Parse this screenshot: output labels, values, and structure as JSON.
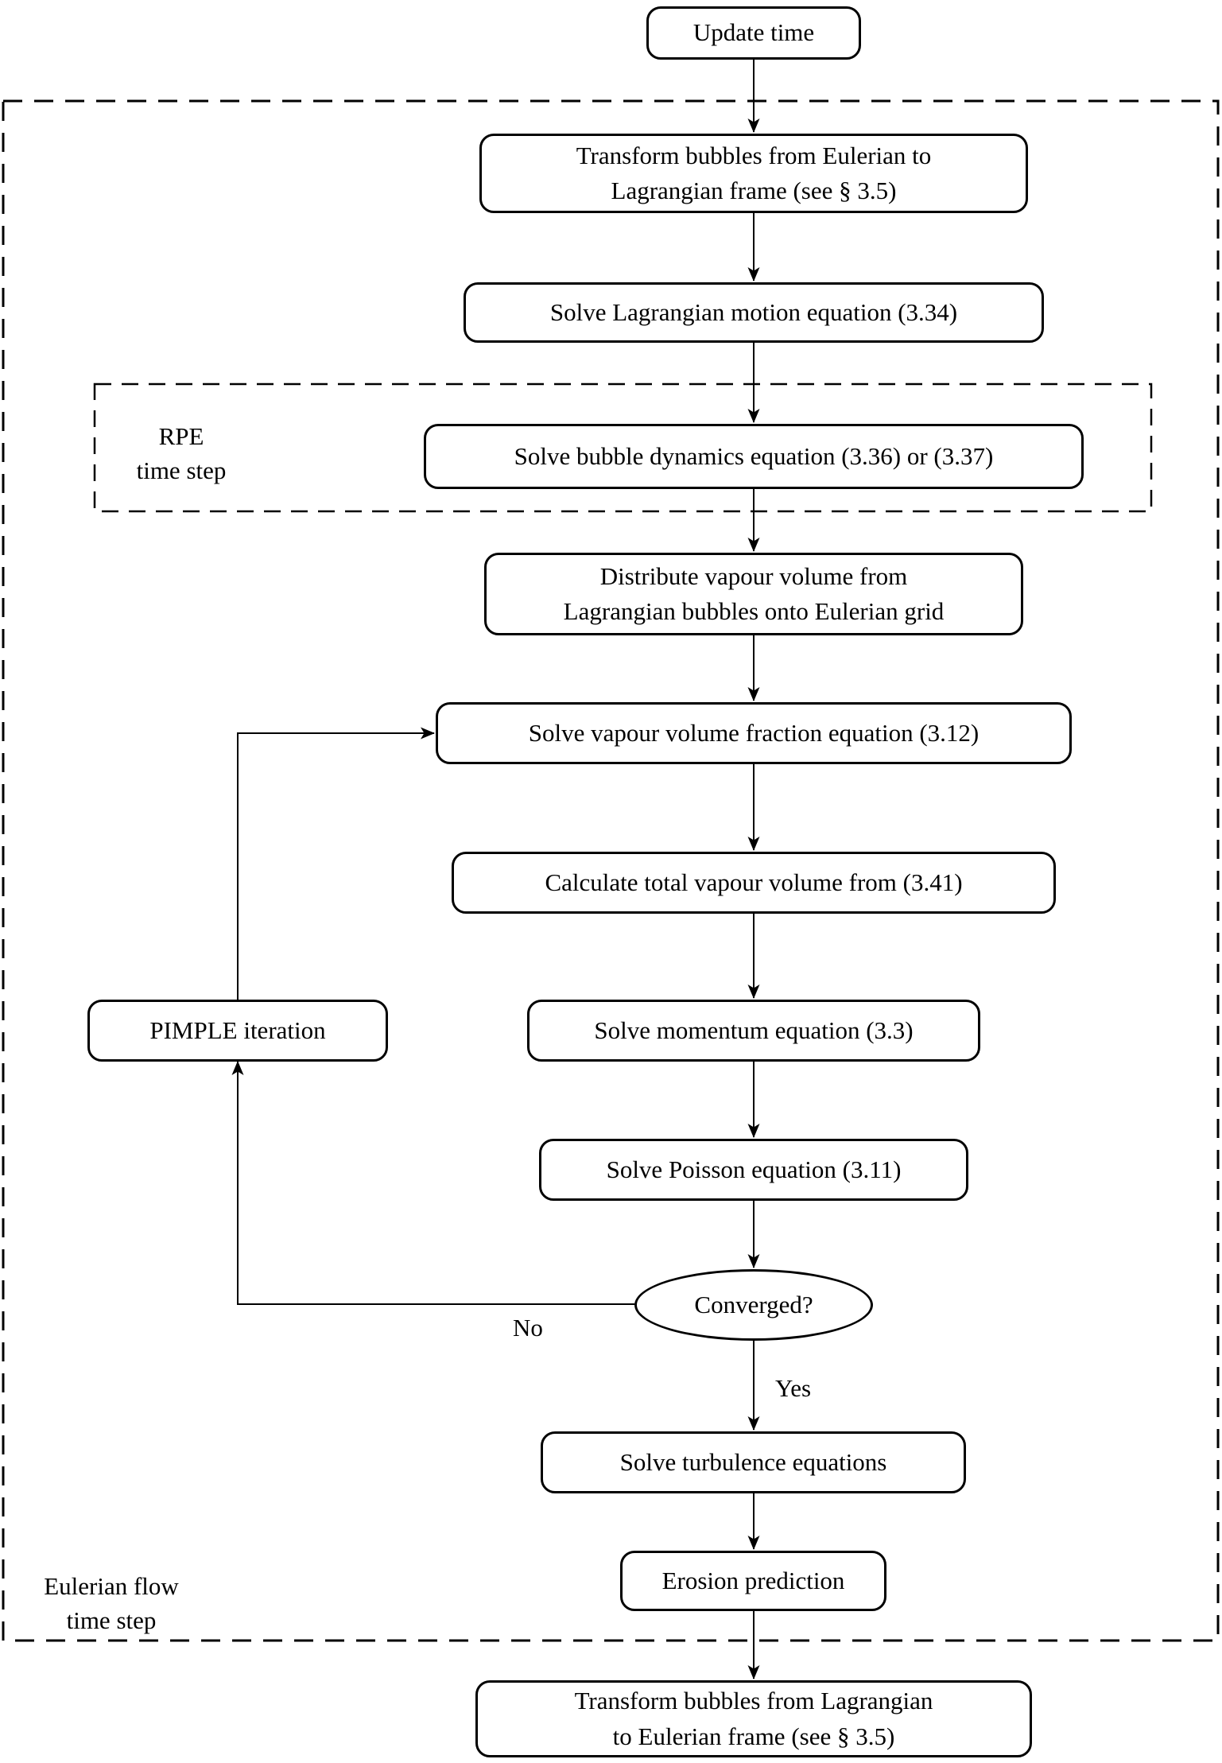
{
  "nodes": {
    "update_time": {
      "label": "Update time",
      "shape": "rounded-rect"
    },
    "transform_e2l": {
      "label": [
        "Transform bubbles from Eulerian to",
        "Lagrangian frame (see § 3.5)"
      ],
      "shape": "rounded-rect"
    },
    "solve_lagrangian": {
      "label": "Solve Lagrangian motion equation (3.34)",
      "shape": "rounded-rect"
    },
    "solve_bubble_dynamics": {
      "label": "Solve bubble dynamics equation (3.36) or (3.37)",
      "shape": "rounded-rect"
    },
    "distribute_vapour": {
      "label": [
        "Distribute vapour volume from",
        "Lagrangian bubbles onto Eulerian grid"
      ],
      "shape": "rounded-rect"
    },
    "solve_vvf": {
      "label": "Solve vapour volume fraction equation (3.12)",
      "shape": "rounded-rect"
    },
    "calc_total_vapour": {
      "label": "Calculate total vapour volume from (3.41)",
      "shape": "rounded-rect"
    },
    "solve_momentum": {
      "label": "Solve momentum equation (3.3)",
      "shape": "rounded-rect"
    },
    "solve_poisson": {
      "label": "Solve Poisson equation (3.11)",
      "shape": "rounded-rect"
    },
    "converged": {
      "label": "Converged?",
      "shape": "ellipse"
    },
    "pimple_iteration": {
      "label": "PIMPLE iteration",
      "shape": "rounded-rect"
    },
    "solve_turbulence": {
      "label": "Solve turbulence equations",
      "shape": "rounded-rect"
    },
    "erosion_prediction": {
      "label": "Erosion prediction",
      "shape": "rounded-rect"
    },
    "transform_l2e": {
      "label": [
        "Transform bubbles from Lagrangian",
        "to Eulerian frame (see § 3.5)"
      ],
      "shape": "rounded-rect"
    }
  },
  "groups": {
    "rpe": {
      "label": [
        "RPE",
        "time step"
      ],
      "border": "dashed"
    },
    "eulerian": {
      "label": [
        "Eulerian flow",
        "time step"
      ],
      "border": "dashed"
    }
  },
  "edge_labels": {
    "no": "No",
    "yes": "Yes"
  },
  "edges": [
    {
      "from": "update_time",
      "to": "transform_e2l"
    },
    {
      "from": "transform_e2l",
      "to": "solve_lagrangian"
    },
    {
      "from": "solve_lagrangian",
      "to": "solve_bubble_dynamics"
    },
    {
      "from": "solve_bubble_dynamics",
      "to": "distribute_vapour"
    },
    {
      "from": "distribute_vapour",
      "to": "solve_vvf"
    },
    {
      "from": "solve_vvf",
      "to": "calc_total_vapour"
    },
    {
      "from": "calc_total_vapour",
      "to": "solve_momentum"
    },
    {
      "from": "solve_momentum",
      "to": "solve_poisson"
    },
    {
      "from": "solve_poisson",
      "to": "converged"
    },
    {
      "from": "converged",
      "to": "pimple_iteration",
      "label": "No"
    },
    {
      "from": "pimple_iteration",
      "to": "solve_vvf"
    },
    {
      "from": "converged",
      "to": "solve_turbulence",
      "label": "Yes"
    },
    {
      "from": "solve_turbulence",
      "to": "erosion_prediction"
    },
    {
      "from": "erosion_prediction",
      "to": "transform_l2e"
    }
  ],
  "colors": {
    "line": "#000000",
    "background": "#ffffff",
    "box_fill": "#ffffff"
  }
}
